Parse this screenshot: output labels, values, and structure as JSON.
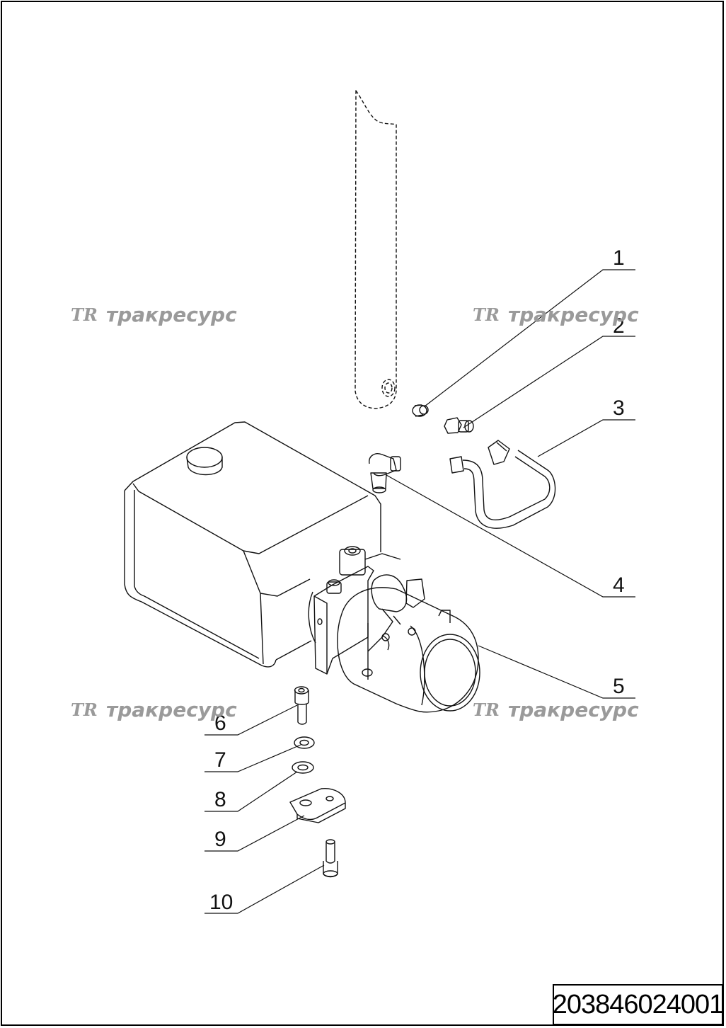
{
  "drawing": {
    "code": "203846024001",
    "callouts": [
      "1",
      "2",
      "3",
      "4",
      "5",
      "6",
      "7",
      "8",
      "9",
      "10"
    ],
    "watermark": {
      "logo": "TR",
      "text": "тракресурс"
    }
  }
}
